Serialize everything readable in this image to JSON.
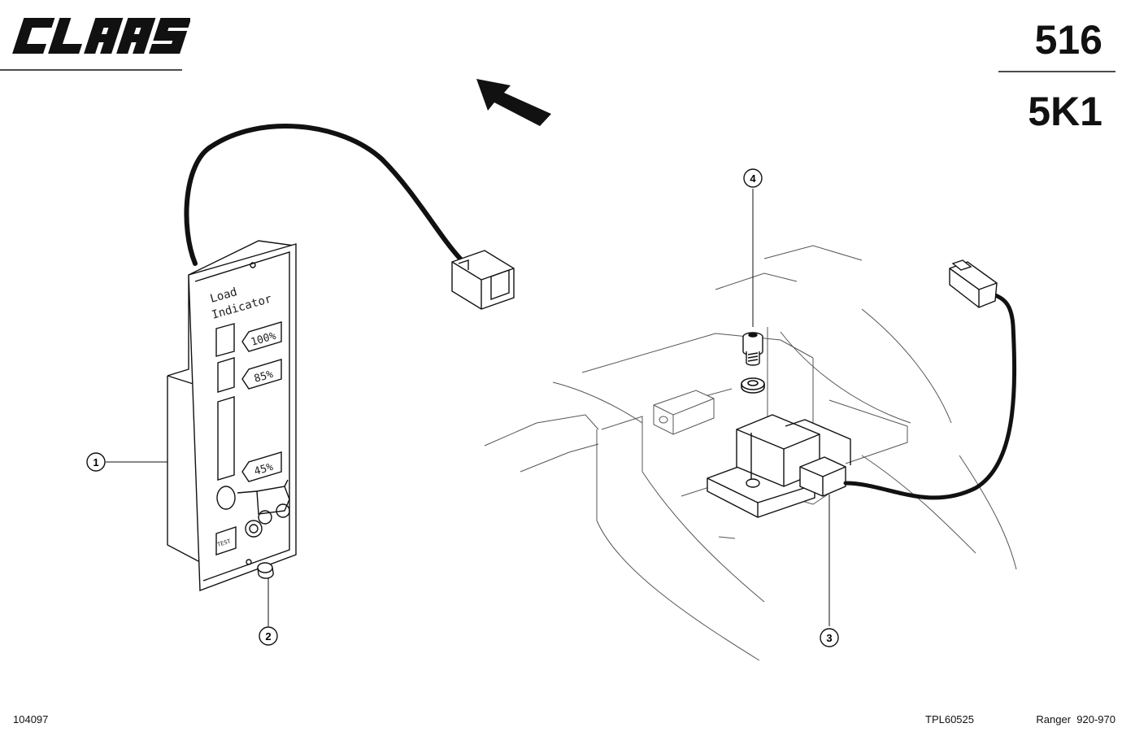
{
  "header": {
    "brand": "CLAAS",
    "page_number": "516",
    "group_code": "5K1"
  },
  "footer": {
    "drawing_id": "104097",
    "plate_id": "TPL60525",
    "model_range": "Ranger  920-970"
  },
  "load_indicator": {
    "title_line1": "Load",
    "title_line2": "Indicator",
    "level_high": "100%",
    "level_mid": "85%",
    "level_low": "45%",
    "test_label": "TEST"
  },
  "callouts": [
    "1",
    "2",
    "3",
    "4"
  ]
}
